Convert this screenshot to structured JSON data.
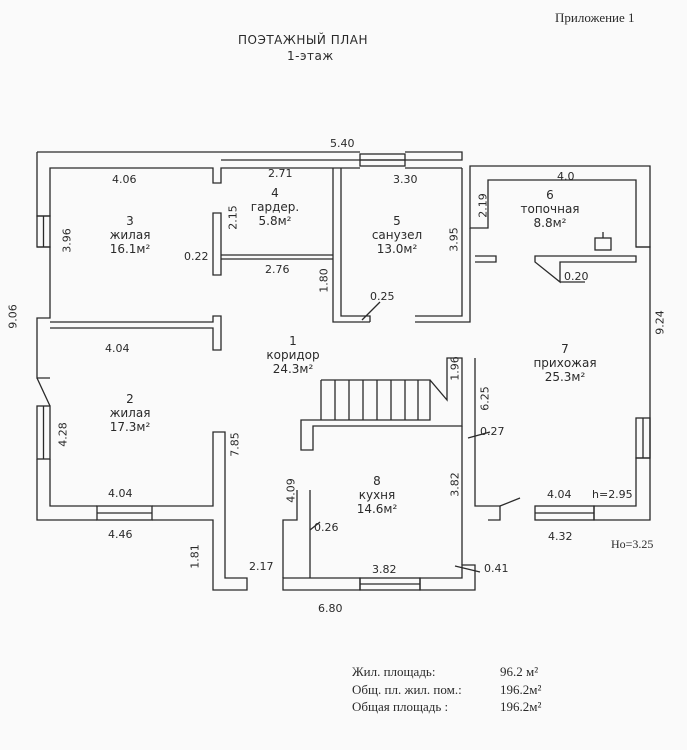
{
  "header": {
    "appendix": "Приложение 1",
    "title": "ПОЭТАЖНЫЙ ПЛАН",
    "subtitle": "1-этаж"
  },
  "rooms": [
    {
      "num": "1",
      "name": "коридор",
      "area": "24.3м²"
    },
    {
      "num": "2",
      "name": "жилая",
      "area": "17.3м²"
    },
    {
      "num": "3",
      "name": "жилая",
      "area": "16.1м²"
    },
    {
      "num": "4",
      "name": "гардер.",
      "area": "5.8м²"
    },
    {
      "num": "5",
      "name": "санузел",
      "area": "13.0м²"
    },
    {
      "num": "6",
      "name": "топочная",
      "area": "8.8м²"
    },
    {
      "num": "7",
      "name": "прихожая",
      "area": "25.3м²"
    },
    {
      "num": "8",
      "name": "кухня",
      "area": "14.6м²"
    }
  ],
  "dimensions": {
    "top_total": "5.40",
    "d406": "4.06",
    "d271": "2.71",
    "d330": "3.30",
    "d40": "4.0",
    "d396": "3.96",
    "d215": "2.15",
    "d395": "3.95",
    "d219": "2.19",
    "d022": "0.22",
    "d276": "2.76",
    "d180": "1.80",
    "d025": "0.25",
    "d020": "0.20",
    "d906": "9.06",
    "d924": "9.24",
    "d404a": "4.04",
    "d196": "1.96",
    "d625": "6.25",
    "d027": "0.27",
    "d428": "4.28",
    "d785": "7.85",
    "d409": "4.09",
    "d026": "0.26",
    "d382a": "3.82",
    "d404b": "4.04",
    "d404c": "4.04",
    "h295": "h=2.95",
    "d446": "4.46",
    "d432": "4.32",
    "ho325": "Ho=3.25",
    "d181": "1.81",
    "d217": "2.17",
    "d382b": "3.82",
    "d041": "0.41",
    "d680": "6.80"
  },
  "areas": [
    {
      "label": "Жил. площадь:",
      "value": "96.2  м²"
    },
    {
      "label": "Общ. пл. жил. пом.:",
      "value": "196.2м²"
    },
    {
      "label": "Общая площадь   :",
      "value": "196.2м²"
    }
  ]
}
